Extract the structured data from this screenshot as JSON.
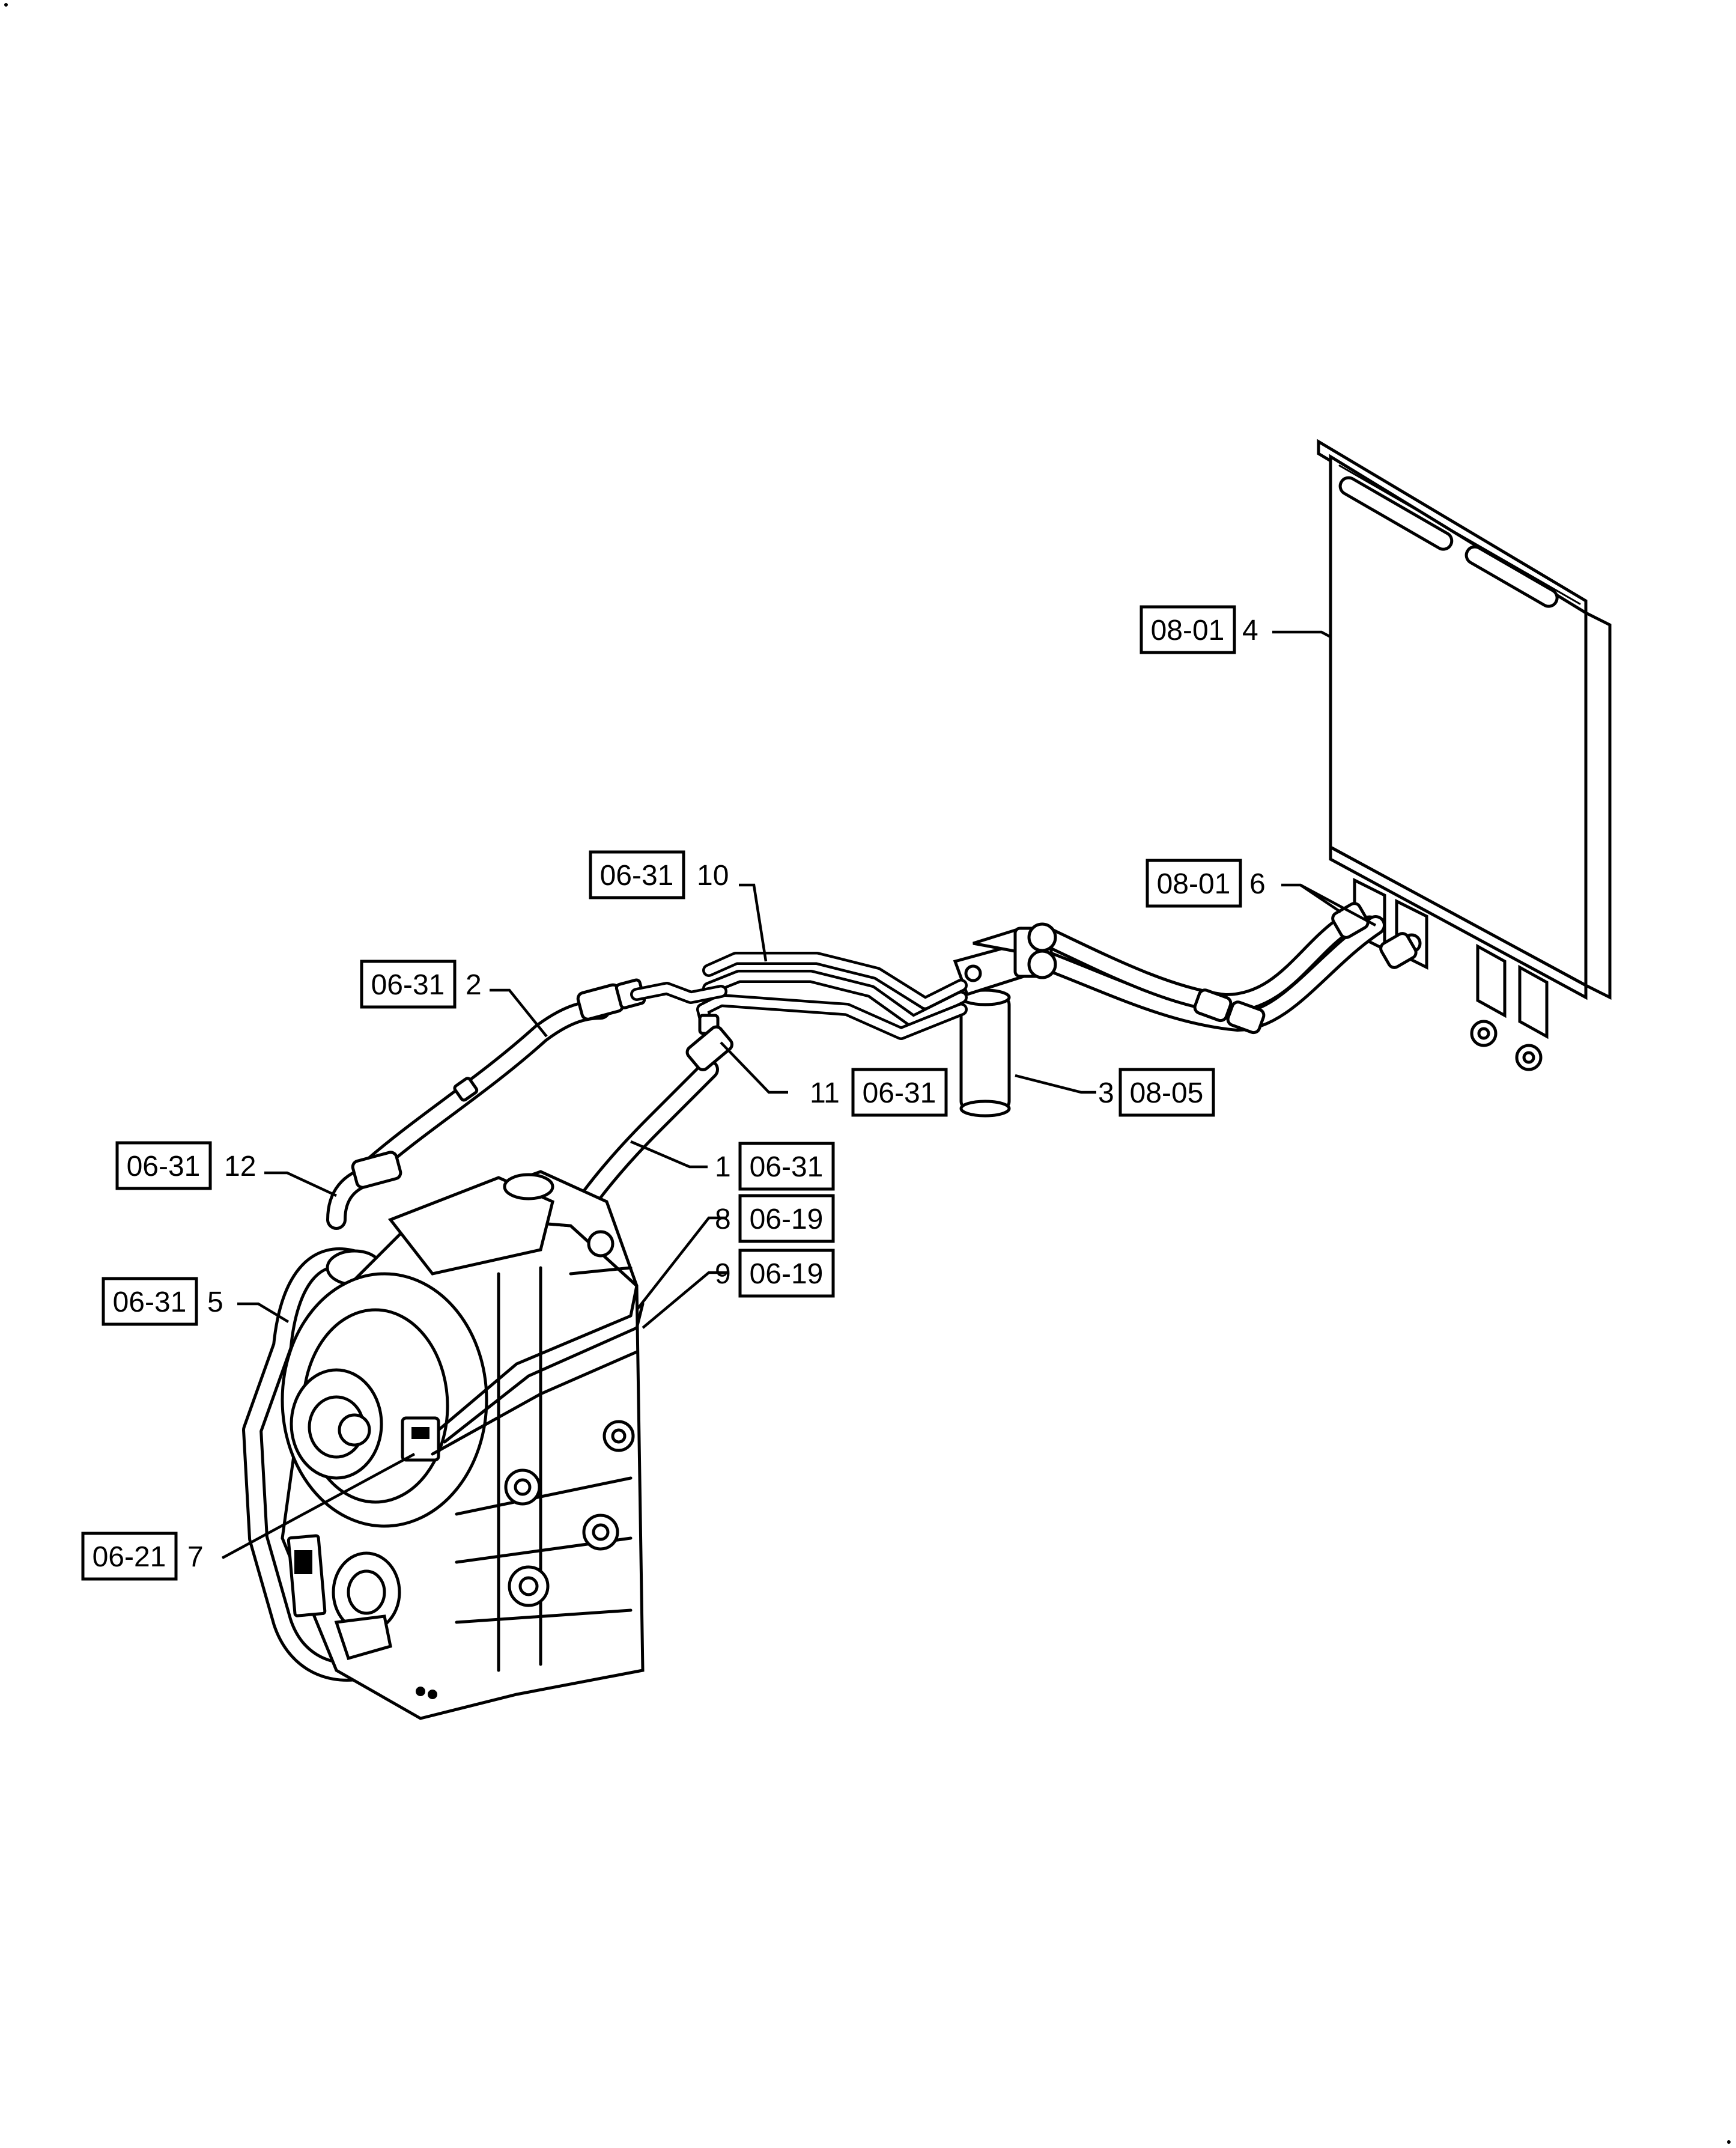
{
  "callouts": {
    "c1": {
      "number": "1",
      "ref": "06-31"
    },
    "c2": {
      "number": "2",
      "ref": "06-31"
    },
    "c3": {
      "number": "3",
      "ref": "08-05"
    },
    "c4": {
      "number": "4",
      "ref": "08-01"
    },
    "c5": {
      "number": "5",
      "ref": "06-31"
    },
    "c6": {
      "number": "6",
      "ref": "08-01"
    },
    "c7": {
      "number": "7",
      "ref": "06-21"
    },
    "c8": {
      "number": "8",
      "ref": "06-19"
    },
    "c9": {
      "number": "9",
      "ref": "06-19"
    },
    "c10": {
      "number": "10",
      "ref": "06-31"
    },
    "c11": {
      "number": "11",
      "ref": "06-31"
    },
    "c12": {
      "number": "12",
      "ref": "06-31"
    }
  },
  "colors": {
    "ink": "#000000",
    "paper": "#ffffff"
  }
}
